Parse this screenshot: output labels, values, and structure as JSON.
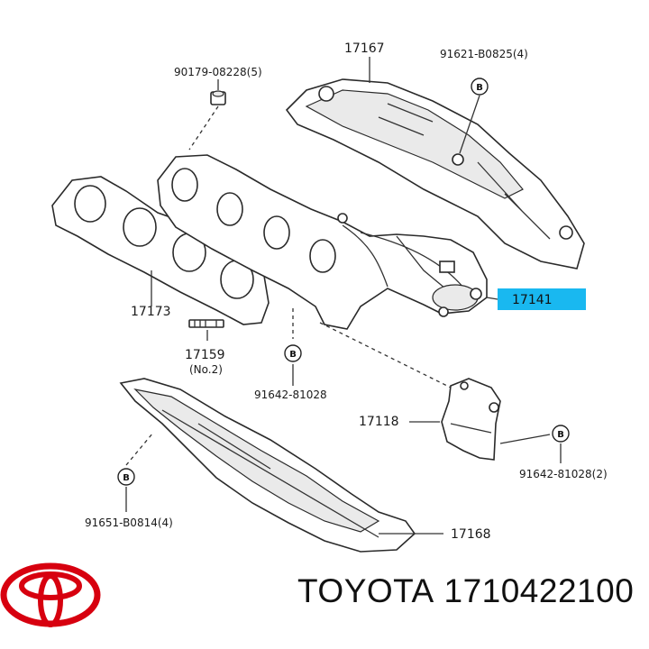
{
  "labels": {
    "p17167": "17167",
    "p91621": "91621-B0825(4)",
    "p90179": "90179-08228(5)",
    "p17173": "17173",
    "p17159": "17159",
    "p17159_note": "(No.2)",
    "p91642a": "91642-81028",
    "p17141": "17141",
    "p17118": "17118",
    "p91642b": "91642-81028(2)",
    "p91651": "91651-B0814(4)",
    "p17168": "17168"
  },
  "bolt_marker": "B",
  "highlight_color": "#19b8f0",
  "footer": {
    "brand": "TOYOTA",
    "part_number": "1710422100"
  },
  "logo_color": "#d7000f"
}
